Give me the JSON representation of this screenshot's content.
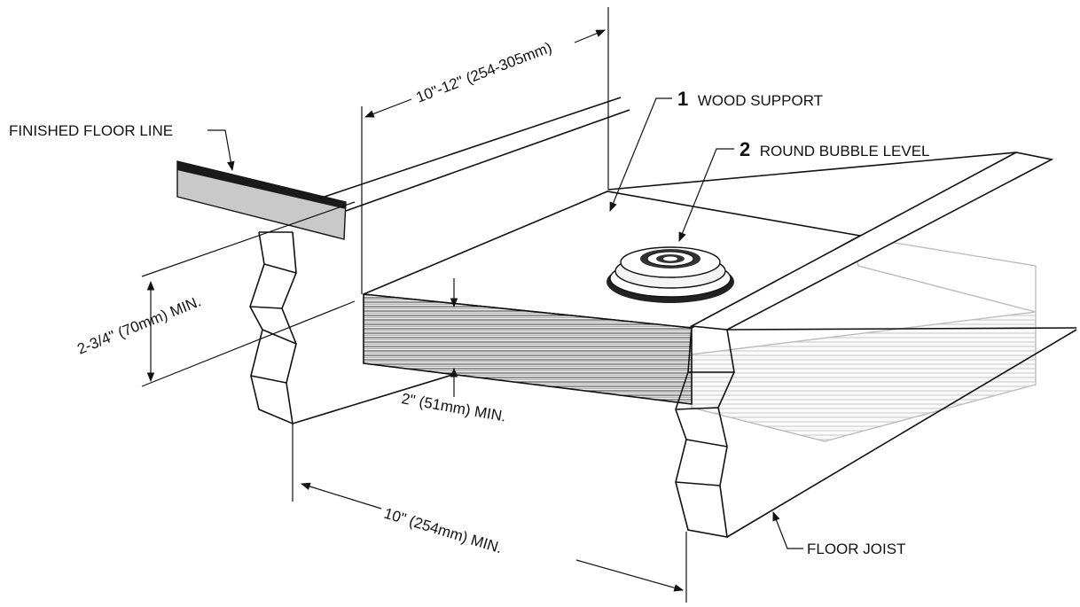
{
  "labels": {
    "finished_floor_line": "FINISHED FLOOR LINE",
    "wood_support_number": "1",
    "wood_support_text": "WOOD SUPPORT",
    "bubble_level_number": "2",
    "bubble_level_text": "ROUND BUBBLE LEVEL",
    "floor_joist": "FLOOR JOIST"
  },
  "dimensions": {
    "depth": "10\"-12\" (254-305mm)",
    "height": "2-3/4\" (70mm) MIN.",
    "thickness": "2\" (51mm) MIN.",
    "width": "10\" (254mm) MIN."
  }
}
